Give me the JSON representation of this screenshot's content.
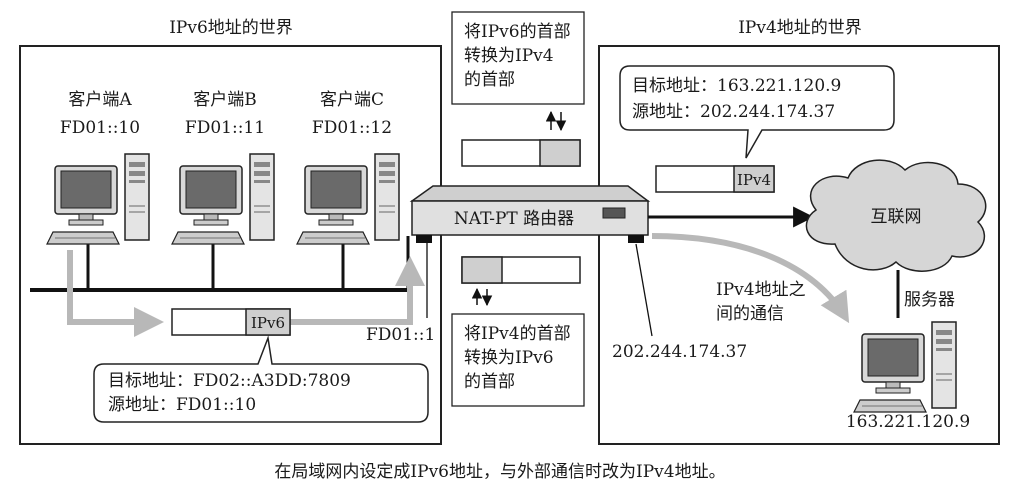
{
  "ipv6_world": {
    "title": "IPv6地址的世界",
    "clients": [
      {
        "name": "客户端A",
        "address": "FD01::10"
      },
      {
        "name": "客户端B",
        "address": "FD01::11"
      },
      {
        "name": "客户端C",
        "address": "FD01::12"
      }
    ],
    "packet_tag": "IPv6",
    "packet_info": {
      "dest": "目标地址：FD02::A3DD:7809",
      "src": "源地址：FD01::10"
    },
    "router_interface_address": "FD01::1"
  },
  "ipv4_world": {
    "title": "IPv4地址的世界",
    "packet_info": {
      "dest": "目标地址：163.221.120.9",
      "src": "源地址：202.244.174.37"
    },
    "packet_tag": "IPv4",
    "internet_label": "互联网",
    "server_label": "服务器",
    "server_address": "163.221.120.9",
    "comm_label": "IPv4地址之\n间的通信",
    "router_interface_address": "202.244.174.37"
  },
  "router": {
    "label": "NAT-PT 路由器"
  },
  "conversion_top": "将IPv6的首部\n转换为IPv4\n的首部",
  "conversion_bottom": "将IPv4的首部\n转换为IPv6\n的首部",
  "caption": "在局域网内设定成IPv6地址，与外部通信时改为IPv4地址。"
}
